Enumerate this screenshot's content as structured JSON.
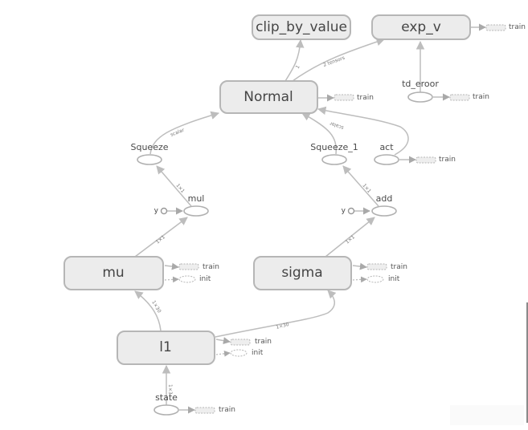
{
  "graph": {
    "title": "TensorBoard Graph",
    "colors": {
      "node_fill": "#ececec",
      "node_stroke": "#b6b6b6",
      "edge": "#bdbdbd",
      "text": "#454545"
    },
    "nodes": {
      "clip_by_value": {
        "label": "clip_by_value",
        "kind": "namespace"
      },
      "exp_v": {
        "label": "exp_v",
        "kind": "namespace"
      },
      "normal": {
        "label": "Normal",
        "kind": "namespace"
      },
      "td_eroor": {
        "label": "td_eroor",
        "kind": "op"
      },
      "squeeze": {
        "label": "Squeeze",
        "kind": "op"
      },
      "squeeze_1": {
        "label": "Squeeze_1",
        "kind": "op"
      },
      "act": {
        "label": "act",
        "kind": "op"
      },
      "mul": {
        "label": "mul",
        "kind": "op"
      },
      "add": {
        "label": "add",
        "kind": "op"
      },
      "mu": {
        "label": "mu",
        "kind": "namespace"
      },
      "sigma": {
        "label": "sigma",
        "kind": "namespace"
      },
      "l1": {
        "label": "l1",
        "kind": "namespace"
      },
      "state": {
        "label": "state",
        "kind": "op"
      }
    },
    "constants": {
      "mul_y": "y",
      "add_y": "y"
    },
    "aux": {
      "train": "train",
      "init": "init"
    },
    "edge_labels": {
      "normal_to_clip": "1",
      "normal_to_exp": "2 tensors",
      "squeeze_to_normal": "scalar",
      "squeeze1_to_normal": "scalar",
      "mul_to_squeeze": "1×1",
      "add_to_squeeze1": "1×1",
      "mu_to_mul": "1×1",
      "sigma_to_add": "1×1",
      "l1_to_mu": "1×30",
      "l1_to_sigma": "1×30",
      "state_to_l1": "1×3"
    }
  }
}
